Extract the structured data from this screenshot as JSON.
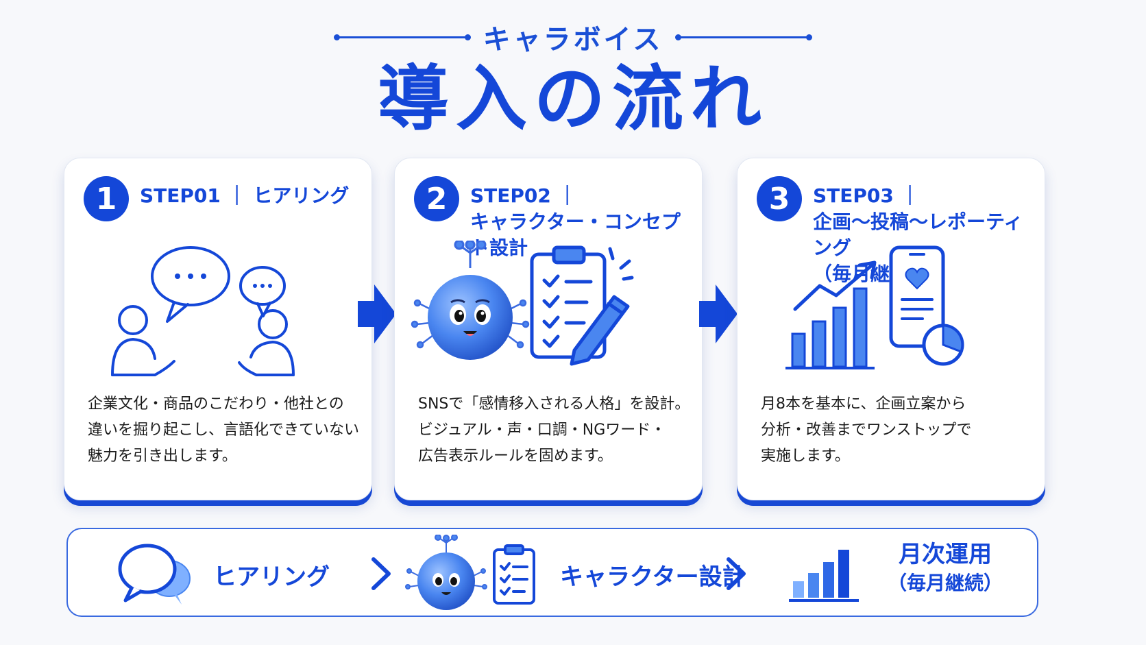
{
  "header": {
    "subtitle": "キャラボイス",
    "title": "導入の流れ"
  },
  "steps": [
    {
      "number": "1",
      "title_lines": [
        "STEP01 ｜ ヒアリング"
      ],
      "icon": "conversation-people-icon",
      "text_lines": [
        "企業文化・商品のこだわり・他社との",
        "違いを掘り起こし、言語化できていない",
        "魅力を引き出します。"
      ]
    },
    {
      "number": "2",
      "title_lines": [
        "STEP02 ｜",
        "キャラクター・コンセプト設計"
      ],
      "icon": "mascot-checklist-icon",
      "text_lines": [
        "SNSで「感情移入される人格」を設計。",
        "ビジュアル・声・口調・NGワード・",
        "広告表示ルールを固めます。"
      ]
    },
    {
      "number": "3",
      "title_lines": [
        "STEP03 ｜",
        "企画〜投稿〜レポーティング",
        "（毎月継続）"
      ],
      "icon": "chart-phone-icon",
      "text_lines": [
        "月8本を基本に、企画立案から",
        "分析・改善までワンストップで",
        "実施します。"
      ]
    }
  ],
  "flow": {
    "items": [
      "ヒアリング",
      "キャラクター設計",
      "月次運用",
      "（毎月継続）"
    ]
  },
  "colors": {
    "brand_blue": "#1447d8",
    "accent_blue": "#4a86f0",
    "background": "#f7f8fb"
  }
}
